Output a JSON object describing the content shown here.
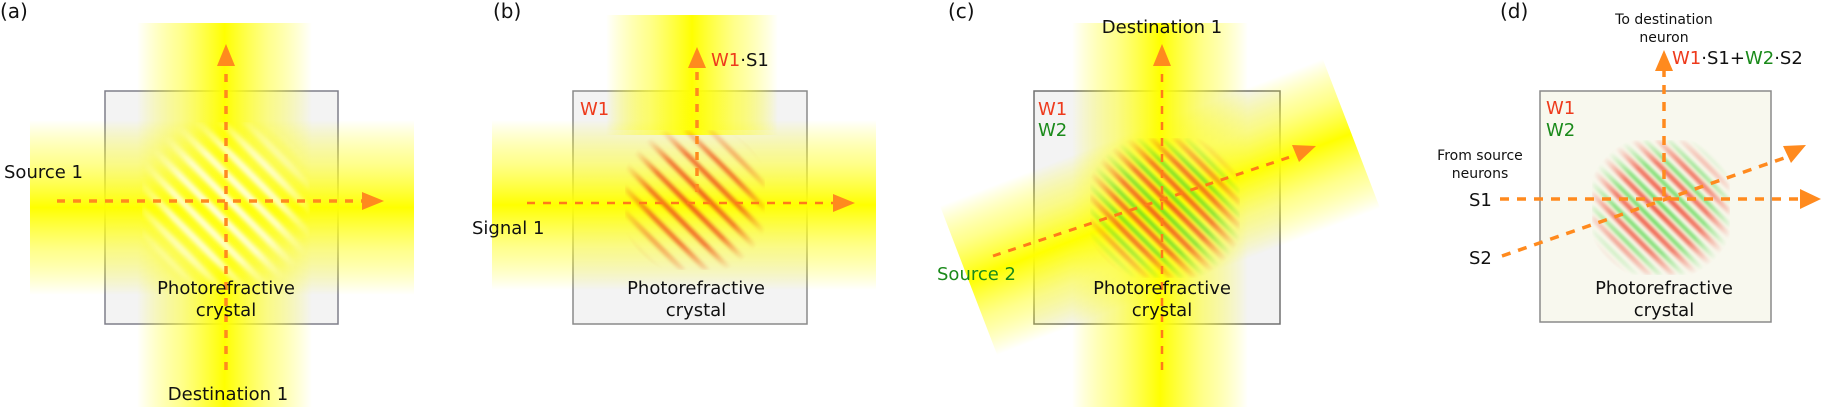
{
  "colors": {
    "beam_core": "#ffff00",
    "beam_edge": "#ffffff",
    "arrow": "#ff8a1e",
    "arrow_dash": "#ff7a1a",
    "weight1": "#ee3a1c",
    "weight2": "#1a8a1a",
    "text": "#111111",
    "crystal_fill": "#f3f3f3",
    "crystal_fill_d": "#f8f8ee",
    "crystal_border": "#8a8a8a"
  },
  "panels": [
    {
      "id": "a",
      "label": "(a)",
      "crystal_label_1": "Photorefractive",
      "crystal_label_2": "crystal",
      "source_label": "Source 1",
      "destination_label": "Destination 1",
      "grating": "yellow"
    },
    {
      "id": "b",
      "label": "(b)",
      "crystal_label_1": "Photorefractive",
      "crystal_label_2": "crystal",
      "signal_label": "Signal 1",
      "weight_label": "W1",
      "output_w": "W1",
      "output_dot": "·S1",
      "grating": "red"
    },
    {
      "id": "c",
      "label": "(c)",
      "crystal_label_1": "Photorefractive",
      "crystal_label_2": "crystal",
      "destination_label": "Destination 1",
      "source2_label": "Source 2",
      "weight1_label": "W1",
      "weight2_label": "W2",
      "grating": "red-green"
    },
    {
      "id": "d",
      "label": "(d)",
      "crystal_label_1": "Photorefractive",
      "crystal_label_2": "crystal",
      "to_dest_1": "To destination",
      "to_dest_2": "neuron",
      "from_src_1": "From source",
      "from_src_2": "neurons",
      "s1_label": "S1",
      "s2_label": "S2",
      "weight1_label": "W1",
      "weight2_label": "W2",
      "output_w1": "W1",
      "output_s1": "·S1+",
      "output_w2": "W2",
      "output_s2": "·S2",
      "grating": "red-green"
    }
  ]
}
